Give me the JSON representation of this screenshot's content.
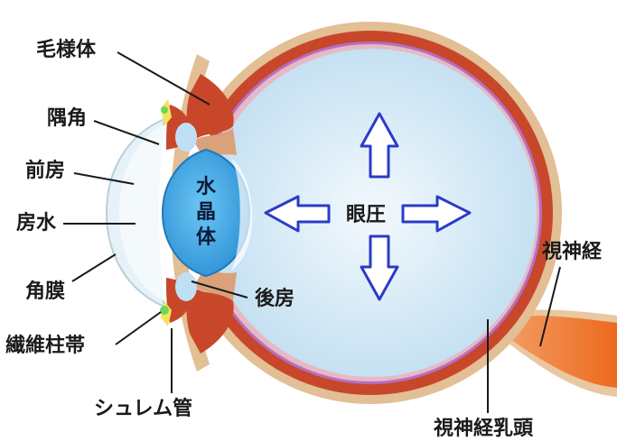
{
  "colors": {
    "sclera_outer": "#e2bf94",
    "choroid": "#c8472b",
    "retina_line": "#b56fc0",
    "vitreous": "#d6eaf6",
    "lens": "#4aaee6",
    "arrow_fill": "#ffffff",
    "arrow_stroke": "#2b3bc8",
    "optic_nerve": "#f07a2a",
    "cornea": "#e6f1f8",
    "schlemm": "#f2e45a"
  },
  "labels": {
    "ciliary_body": "毛様体",
    "angle": "隅角",
    "anterior_chamber": "前房",
    "aqueous_humor": "房水",
    "cornea": "角膜",
    "zonule": "繊維柱帯",
    "schlemm_canal": "シュレム管",
    "posterior_chamber": "後房",
    "optic_nerve": "視神経",
    "optic_disc": "視神経乳頭",
    "iop": "眼圧"
  },
  "lens": {
    "line1": "水",
    "line2": "晶",
    "line3": "体"
  },
  "icons": [
    "arrow-up-icon",
    "arrow-down-icon",
    "arrow-left-icon",
    "arrow-right-icon"
  ]
}
